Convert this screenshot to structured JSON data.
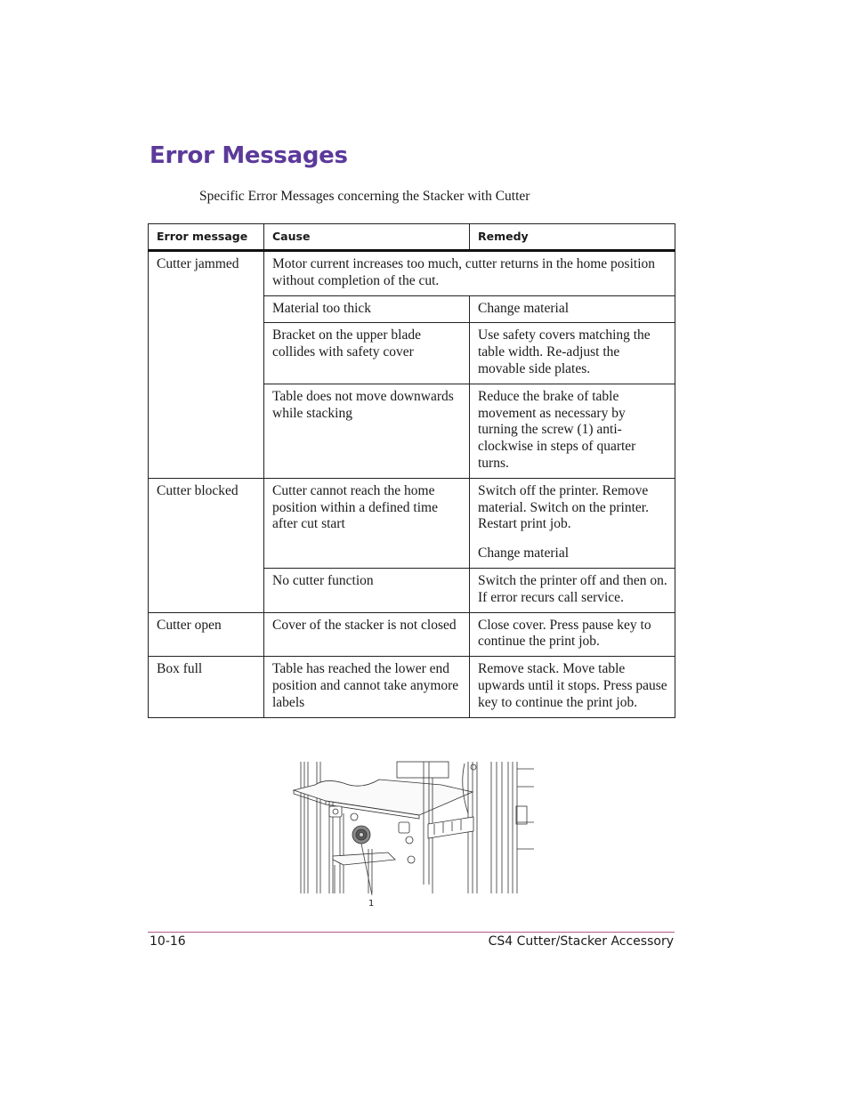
{
  "heading": "Error Messages",
  "intro": "Specific Error Messages concerning the Stacker with Cutter",
  "table": {
    "headers": [
      "Error message",
      "Cause",
      "Remedy"
    ],
    "rows": {
      "cutter_jammed": {
        "error": "Cutter jammed",
        "span_cause": "Motor current increases too much, cutter returns in the home position without completion of the cut.",
        "r1_cause": "Material too thick",
        "r1_remedy": "Change material",
        "r2_cause": "Bracket on the upper blade collides with safety cover",
        "r2_remedy": "Use safety covers matching the table width. Re-adjust the movable side plates.",
        "r3_cause": "Table does not move downwards while stacking",
        "r3_remedy": "Reduce the brake of table movement as necessary by turning the screw (1) anti-clockwise in steps of quarter turns."
      },
      "cutter_blocked": {
        "error": "Cutter blocked",
        "r1_cause": "Cutter cannot reach the home position within a defined time after cut start",
        "r1_remedy_a": "Switch off the printer. Remove material. Switch on the printer. Restart print job.",
        "r1_remedy_b": "Change material",
        "r2_cause": "No cutter function",
        "r2_remedy": "Switch the printer off and then on. If error recurs call service."
      },
      "cutter_open": {
        "error": "Cutter open",
        "cause": "Cover of the stacker is not closed",
        "remedy": "Close cover. Press pause key to continue the print job."
      },
      "box_full": {
        "error": "Box full",
        "cause": "Table has reached the lower end position and cannot take anymore labels",
        "remedy": "Remove stack. Move table upwards until it stops. Press pause key to continue the print job."
      }
    }
  },
  "figure": {
    "callout": "1"
  },
  "footer": {
    "page_number": "10-16",
    "doc_title": "CS4 Cutter/Stacker Accessory"
  },
  "colors": {
    "heading": "#5b3a9a",
    "footer_rule": "#b05a8a"
  }
}
